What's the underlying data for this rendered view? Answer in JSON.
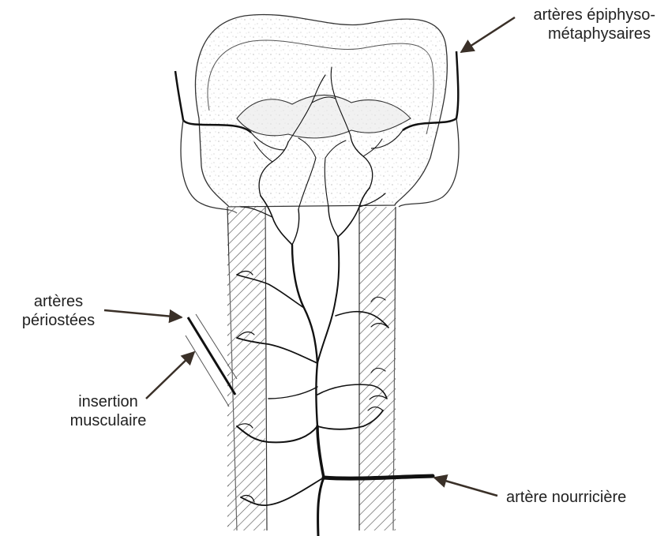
{
  "labels": {
    "epiphyso_line1": "artères épiphyso-",
    "epiphyso_line2": "métaphysaires",
    "periostees_line1": "artères",
    "periostees_line2": "périostées",
    "insertion_line1": "insertion",
    "insertion_line2": "musculaire",
    "nourriciere": "artère nourricière"
  },
  "colors": {
    "ink": "#111111",
    "arrow": "#3a3028",
    "stipple": "#9a9a9a",
    "hatch": "#222222"
  }
}
